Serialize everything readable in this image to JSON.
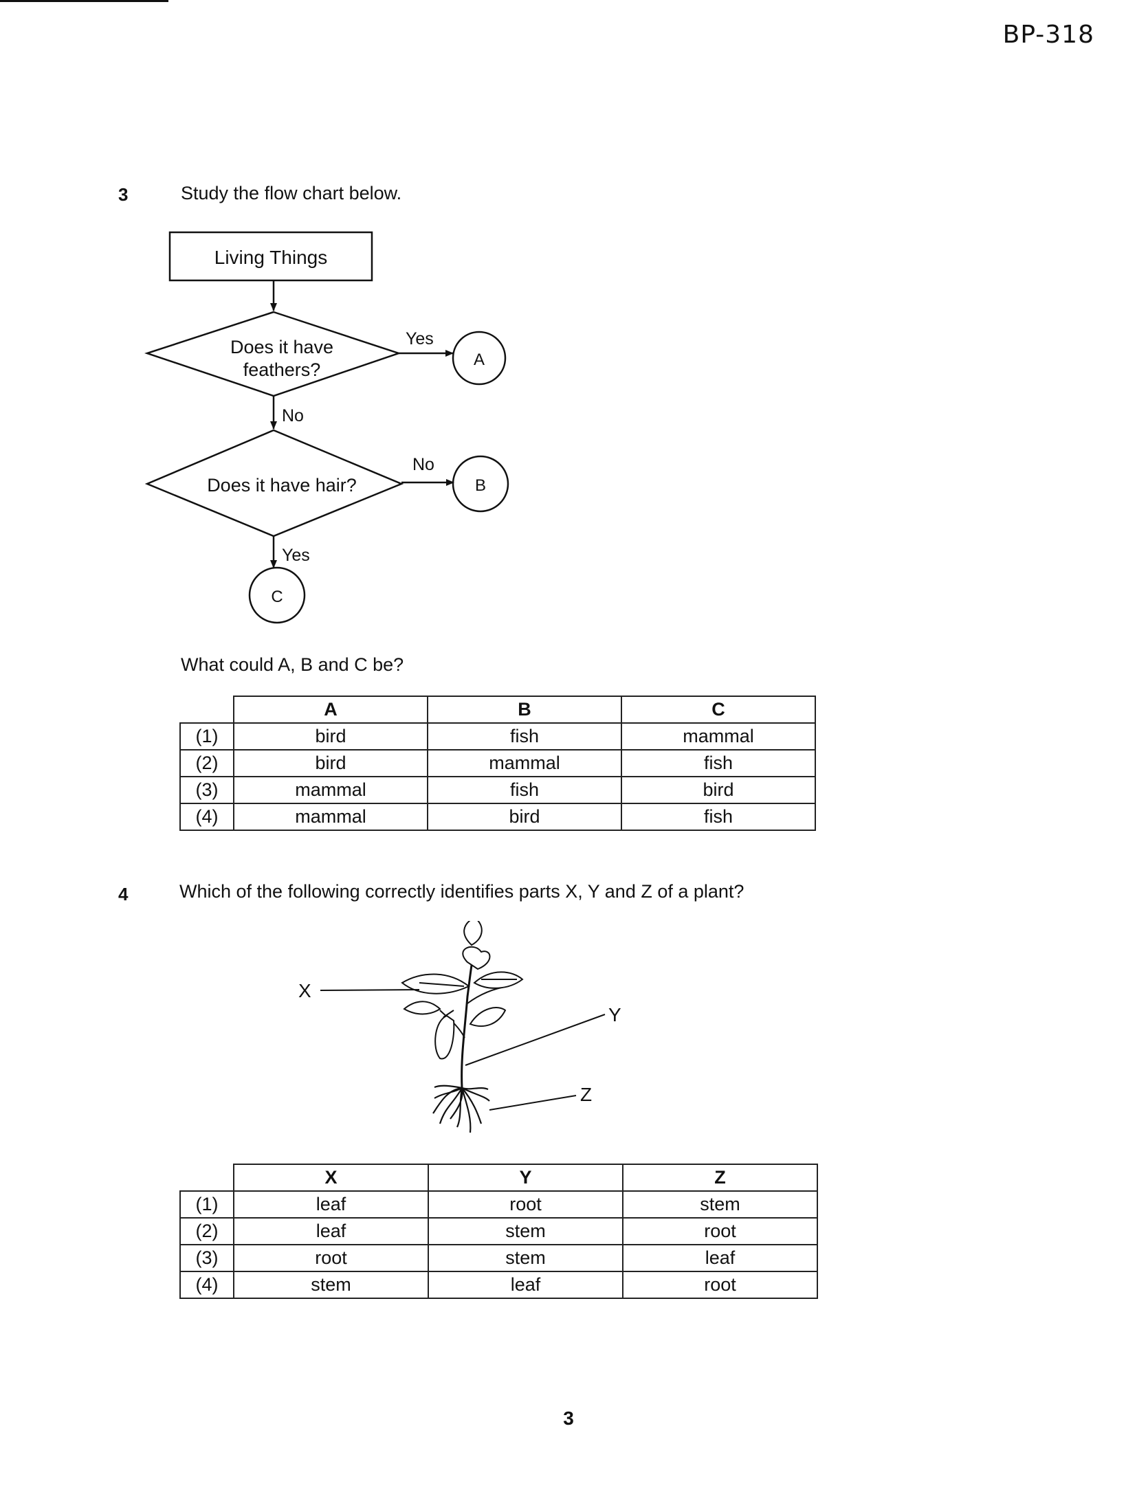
{
  "doc_id": "BP-318",
  "page_number": "3",
  "q3": {
    "number": "3",
    "prompt": "Study the flow chart below.",
    "flowchart": {
      "start": "Living Things",
      "decision1_line1": "Does it have",
      "decision1_line2": "feathers?",
      "decision1_yes": "Yes",
      "decision1_no": "No",
      "decision2": "Does it have hair?",
      "decision2_no": "No",
      "decision2_yes": "Yes",
      "out_a": "A",
      "out_b": "B",
      "out_c": "C"
    },
    "question": "What could A, B and C be?",
    "table": {
      "headers": [
        "A",
        "B",
        "C"
      ],
      "rows": [
        {
          "idx": "(1)",
          "cells": [
            "bird",
            "fish",
            "mammal"
          ]
        },
        {
          "idx": "(2)",
          "cells": [
            "bird",
            "mammal",
            "fish"
          ]
        },
        {
          "idx": "(3)",
          "cells": [
            "mammal",
            "fish",
            "bird"
          ]
        },
        {
          "idx": "(4)",
          "cells": [
            "mammal",
            "bird",
            "fish"
          ]
        }
      ]
    }
  },
  "q4": {
    "number": "4",
    "prompt": "Which of the following correctly identifies parts X, Y and Z of a plant?",
    "labels": {
      "x": "X",
      "y": "Y",
      "z": "Z"
    },
    "table": {
      "headers": [
        "X",
        "Y",
        "Z"
      ],
      "rows": [
        {
          "idx": "(1)",
          "cells": [
            "leaf",
            "root",
            "stem"
          ]
        },
        {
          "idx": "(2)",
          "cells": [
            "leaf",
            "stem",
            "root"
          ]
        },
        {
          "idx": "(3)",
          "cells": [
            "root",
            "stem",
            "leaf"
          ]
        },
        {
          "idx": "(4)",
          "cells": [
            "stem",
            "leaf",
            "root"
          ]
        }
      ]
    }
  }
}
